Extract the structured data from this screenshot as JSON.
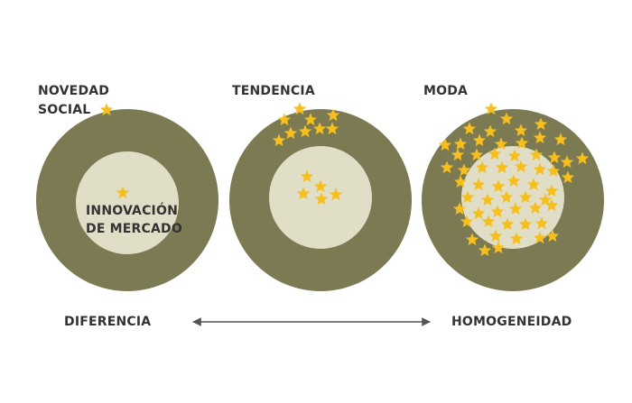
{
  "stages": [
    {
      "title": "NOVEDAD\nSOCIAL",
      "center_label": "INNOVACIÓN\nDE MERCADO"
    },
    {
      "title": "TENDENCIA"
    },
    {
      "title": "MODA"
    }
  ],
  "axis": {
    "left_label": "DIFERENCIA",
    "right_label": "HOMOGENEIDAD"
  },
  "colors": {
    "outer_circle": "#7b7a53",
    "inner_circle": "#e1dec8",
    "star": "#f5bf1d",
    "arrow": "#555555",
    "text": "#333333"
  },
  "icons": {
    "star": "star-icon",
    "arrow": "double-headed-arrow"
  }
}
